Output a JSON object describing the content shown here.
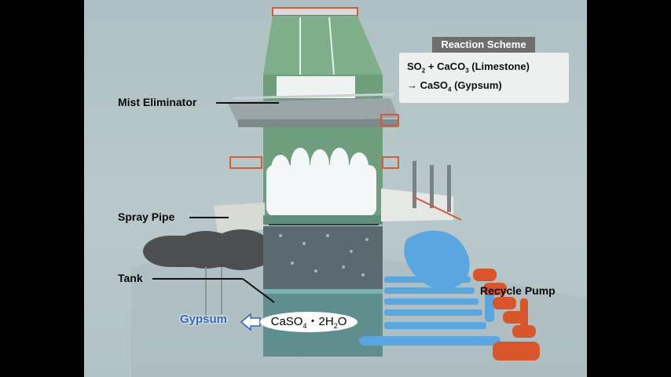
{
  "reaction_scheme": {
    "title": "Reaction Scheme",
    "line1_a": "SO",
    "line1_a_sub": "2",
    "line1_b": " + CaCO",
    "line1_b_sub": "3",
    "line1_c": " (Limestone)",
    "line2_a": "→ CaSO",
    "line2_a_sub": "4",
    "line2_b": " (Gypsum)"
  },
  "labels": {
    "mist_eliminator": "Mist Eliminator",
    "spray_pipe": "Spray Pipe",
    "tank": "Tank",
    "recycle_pump": "Recycle Pump",
    "gypsum": "Gypsum"
  },
  "formula": {
    "part1": "CaSO",
    "sub1": "4",
    "part2": "・2H",
    "sub2": "2",
    "part3": "O"
  },
  "colors": {
    "tower_green": "#6f9e7c",
    "pipe_blue": "#5aa6e0",
    "pump_orange": "#d9552a",
    "gypsum_blue": "#2e64c8"
  },
  "icons": {
    "gypsum_arrow": "arrow-left-icon"
  }
}
